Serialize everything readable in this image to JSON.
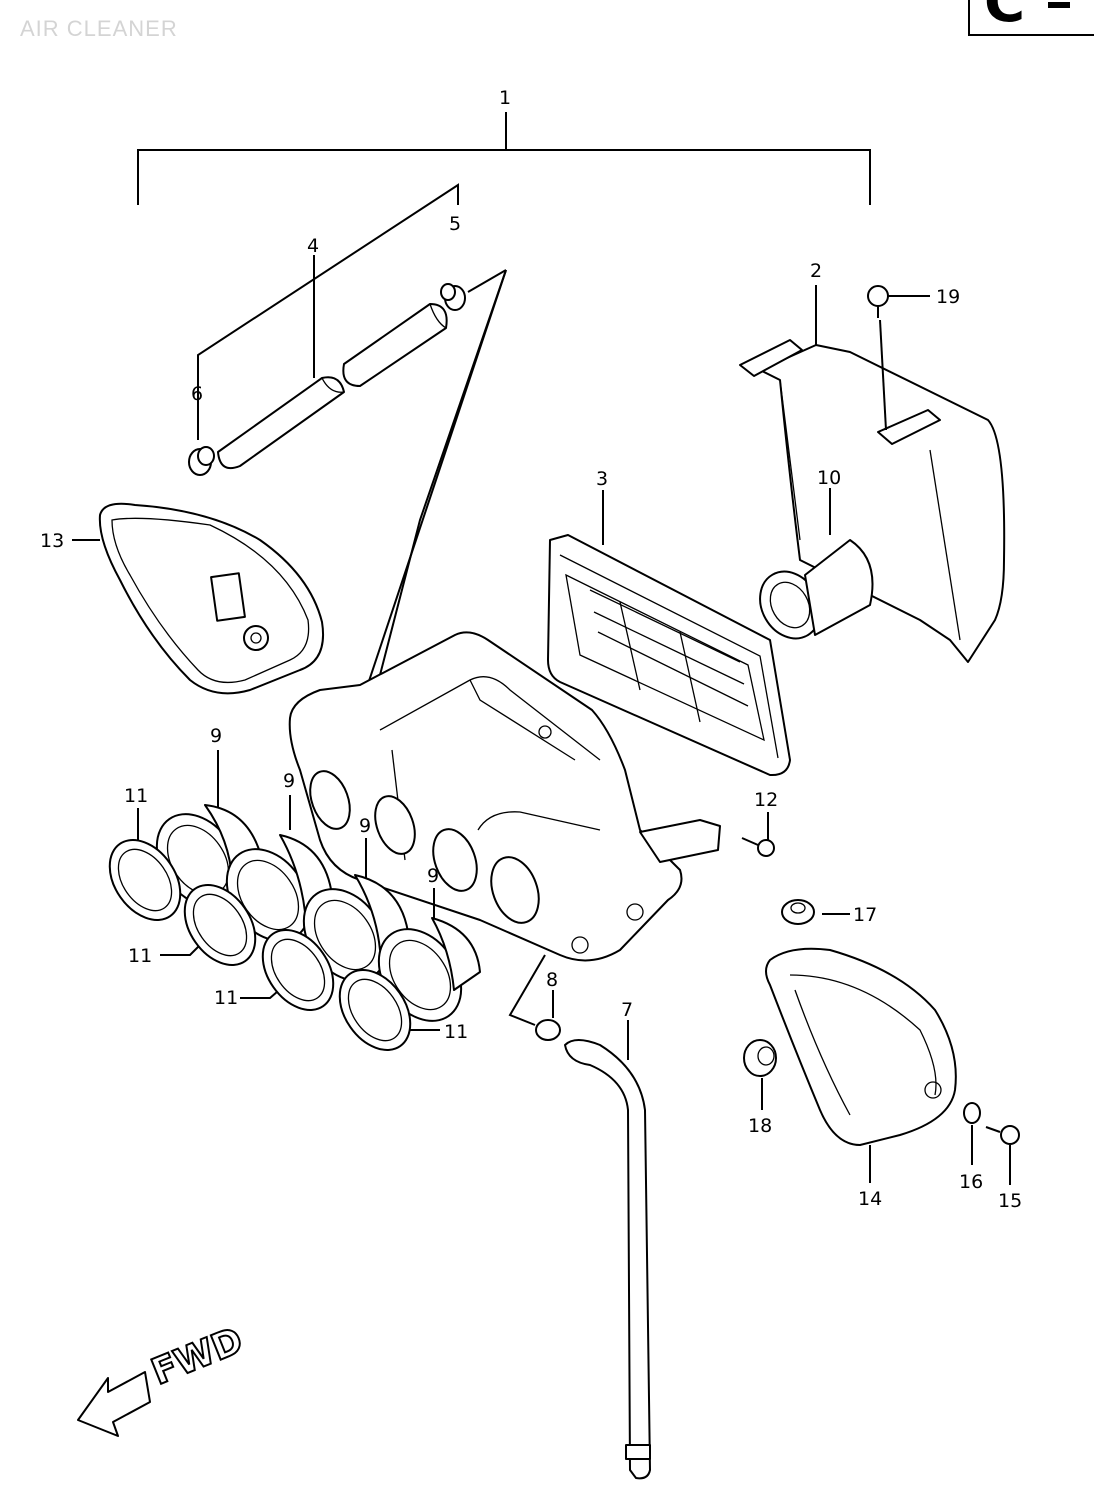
{
  "header": {
    "title": "AIR CLEANER",
    "section_letter": "C"
  },
  "callouts": {
    "p1": "1",
    "p2": "2",
    "p3": "3",
    "p4": "4",
    "p5": "5",
    "p6": "6",
    "p7": "7",
    "p8": "8",
    "p9a": "9",
    "p9b": "9",
    "p9c": "9",
    "p9d": "9",
    "p10": "10",
    "p11a": "11",
    "p11b": "11",
    "p11c": "11",
    "p11d": "11",
    "p12": "12",
    "p13": "13",
    "p14": "14",
    "p15": "15",
    "p16": "16",
    "p17": "17",
    "p18": "18",
    "p19": "19"
  },
  "direction": {
    "label": "FWD"
  }
}
